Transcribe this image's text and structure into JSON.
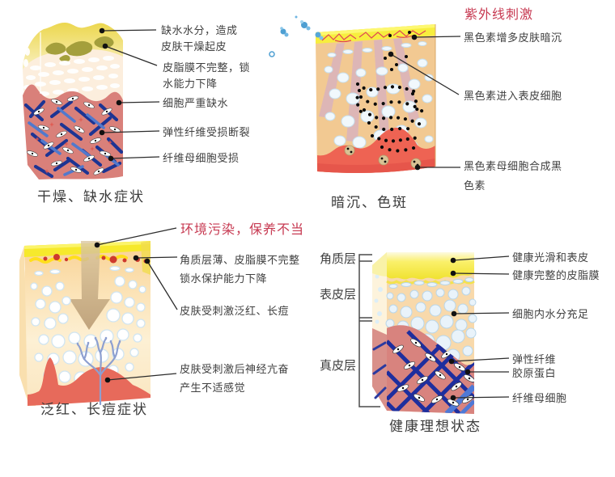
{
  "diagram": {
    "panels": {
      "dry": {
        "caption": "干燥、缺水症状",
        "labels": [
          "缺水水分，造成\n皮肤干燥起皮",
          "皮脂膜不完整，锁\n水能力下降",
          "细胞严重缺水",
          "弹性纤维受损断裂",
          "纤维母细胞受损"
        ]
      },
      "dull": {
        "title": "紫外线刺激",
        "caption": "暗沉、色斑",
        "labels": [
          "黑色素增多皮肤暗沉",
          "黑色素进入表皮细胞",
          "黑色素母细胞合成黑\n色素"
        ]
      },
      "irritated": {
        "title": "环境污染，保养不当",
        "caption": "泛红、长痘症状",
        "labels": [
          "角质层薄、皮脂膜不完整\n锁水保护能力下降",
          "皮肤受刺激泛红、长痘",
          "皮肤受刺激后神经亢奋\n产生不适感觉"
        ]
      },
      "healthy": {
        "caption": "健康理想状态",
        "layers": [
          "角质层",
          "表皮层",
          "真皮层"
        ],
        "labels": [
          "健康光滑和表皮",
          "健康完整的皮脂膜",
          "细胞内水分充足",
          "弹性纤维",
          "胶原蛋白",
          "纤维母细胞"
        ]
      }
    },
    "colors": {
      "highlight_red": "#c73a52",
      "label_text": "#3f3f3f",
      "surface_yellow": "#f2e53a",
      "epidermis_tan": "#f2c992",
      "dermis_pink": "#d9807a",
      "dermis_coral": "#ee6353",
      "fiber_dark_blue": "#1e2e9e",
      "fiber_light_blue": "#4f79d6",
      "uv_purple": "#c9a4da",
      "melanin_black": "#0b0b0b",
      "water_blue": "#4e9fd2"
    }
  }
}
